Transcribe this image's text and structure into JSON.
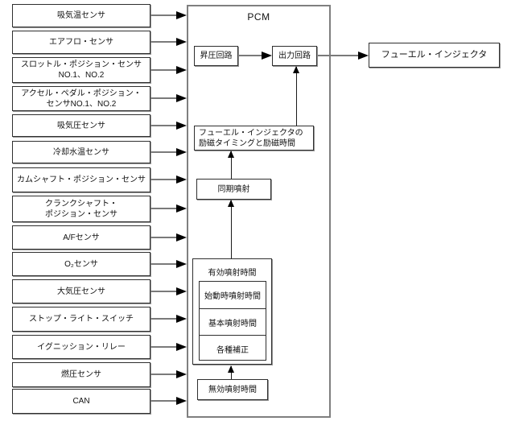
{
  "colors": {
    "background": "#ffffff",
    "box_border": "#2f2f2f",
    "pcm_border": "#7f7f7f",
    "arrow_line": "#7a7a7a",
    "arrow_head": "#000000",
    "text": "#111111"
  },
  "diagram": {
    "pcm_title": "PCM",
    "inputs": [
      "吸気温センサ",
      "エアフロ・センサ",
      "スロットル・ポジション・センサ\nNO.1、NO.2",
      "アクセル・ペダル・ポジション・\nセンサNO.1、NO.2",
      "吸気圧センサ",
      "冷却水温センサ",
      "カムシャフト・ポジション・センサ",
      "クランクシャフト・\nポジション・センサ",
      "A/Fセンサ",
      "O₂センサ",
      "大気圧センサ",
      "ストップ・ライト・スイッチ",
      "イグニッション・リレー",
      "燃圧センサ",
      "CAN"
    ],
    "pcm": {
      "boost_circuit": "昇圧回路",
      "output_circuit": "出力回路",
      "excitation": "フューエル・インジェクタの\n励磁タイミングと励磁時間",
      "sync_injection": "同期噴射",
      "effective_injection": "有効噴射時間",
      "effective_components": [
        "始動時噴射時間",
        "基本噴射時間",
        "各種補正"
      ],
      "invalid_injection": "無効噴射時間"
    },
    "output_device": "フューエル・インジェクタ"
  }
}
